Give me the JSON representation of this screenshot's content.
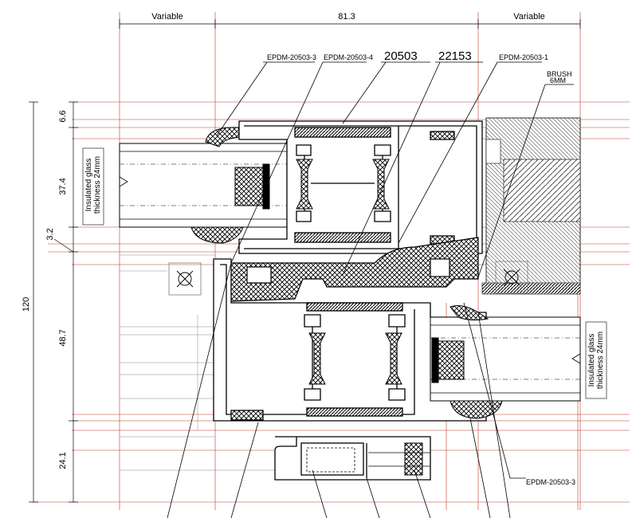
{
  "dimensions": {
    "top_left": "Variable",
    "top_middle": "81.3",
    "top_right": "Variable",
    "left_6_6": "6.6",
    "left_37_4": "37.4",
    "left_3_2": "3.2",
    "left_120": "120",
    "left_48_7": "48.7",
    "left_24_1": "24.1"
  },
  "labels": {
    "epdm_3_top": "EPDM-20503-3",
    "epdm_4": "EPDM-20503-4",
    "profile_20503": "20503",
    "profile_22153": "22153",
    "epdm_1": "EPDM-20503-1",
    "brush_line1": "BRUSH",
    "brush_line2": "6MM",
    "epdm_3_bottom": "EPDM-20503-3",
    "glass_left_line1": "Insulated glass",
    "glass_left_line2": "thickness 24mm",
    "glass_right_line1": "Insulated glass",
    "glass_right_line2": "thickness 24mm"
  },
  "colors": {
    "line": "#000000",
    "dimension_red": "#c0392b",
    "hatch_fill": "#555555"
  }
}
